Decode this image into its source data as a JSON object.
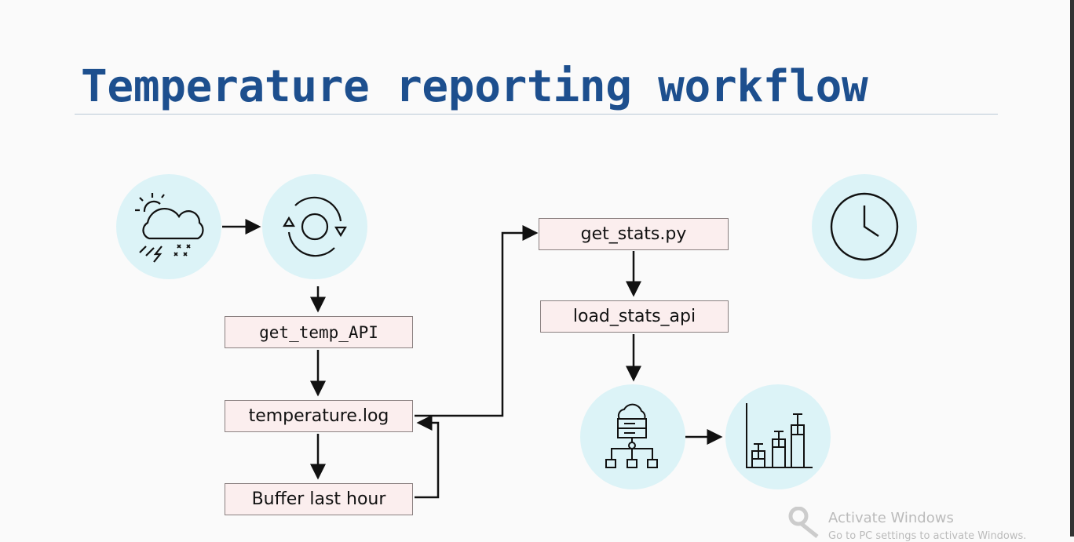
{
  "title": "Temperature reporting workflow",
  "boxes": {
    "get_temp": "get_temp_API",
    "temp_log": "temperature.log",
    "buffer": "Buffer last hour",
    "get_stats": "get_stats.py",
    "load_stats": "load_stats_api"
  },
  "icons": [
    "weather-icon",
    "sync-icon",
    "clock-icon",
    "cloud-database-icon",
    "bar-chart-icon"
  ],
  "colors": {
    "title": "#1d4f8e",
    "circle": "#dcf3f7",
    "box": "#fbeeee"
  },
  "watermark": {
    "line1": "Activate Windows",
    "line2": "Go to PC settings to activate Windows."
  }
}
